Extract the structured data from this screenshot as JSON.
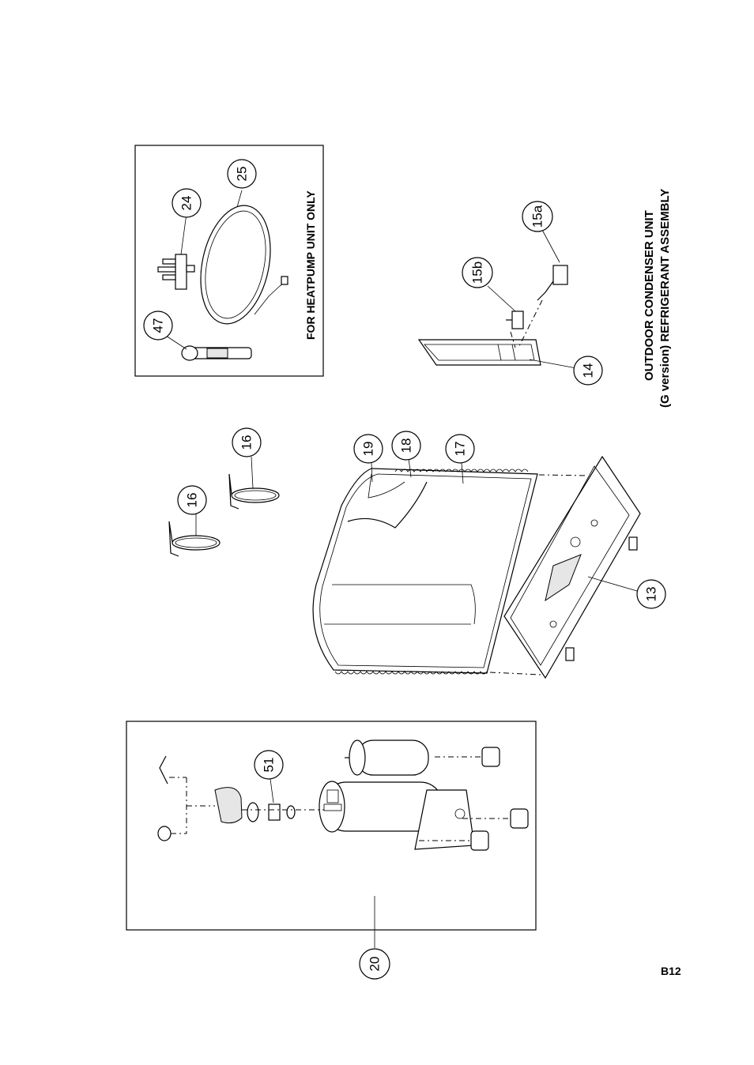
{
  "title_line1": "OUTDOOR CONDENSER UNIT",
  "title_line2": "(G version) REFRIGERANT ASSEMBLY",
  "box_note": "FOR HEATPUMP UNIT ONLY",
  "page_code": "B12",
  "callouts": {
    "c47": "47",
    "c24": "24",
    "c25": "25",
    "c15b": "15b",
    "c15a": "15a",
    "c14": "14",
    "c16a": "16",
    "c16b": "16",
    "c19": "19",
    "c18": "18",
    "c17": "17",
    "c13": "13",
    "c51": "51",
    "c20": "20"
  }
}
